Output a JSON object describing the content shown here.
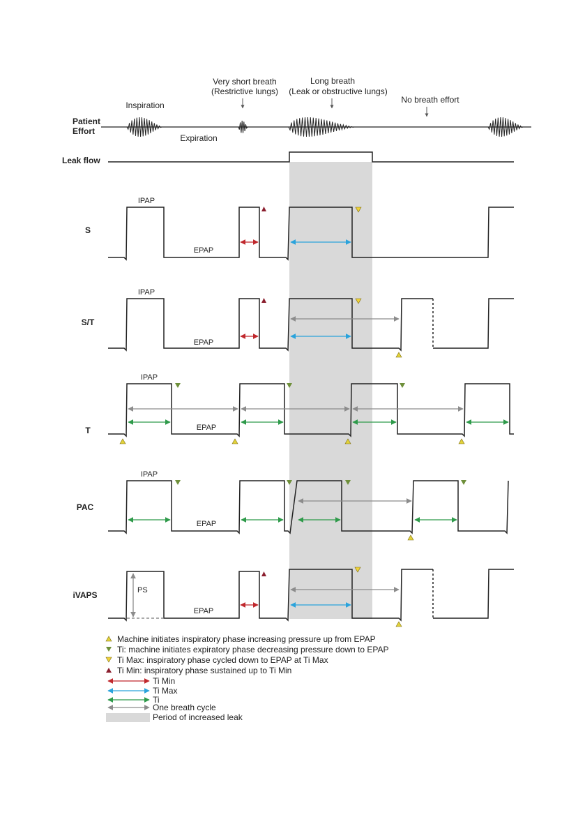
{
  "annotations": {
    "very_short_breath": "Very short breath",
    "restrictive_lungs": "(Restrictive lungs)",
    "long_breath": "Long breath",
    "leak_or_obstructive": "(Leak or obstructive lungs)",
    "no_breath_effort": "No breath effort",
    "inspiration": "Inspiration",
    "expiration": "Expiration"
  },
  "rows": {
    "patient_effort_line1": "Patient",
    "patient_effort_line2": "Effort",
    "leak_flow": "Leak flow"
  },
  "labels": {
    "ipap": "IPAP",
    "epap": "EPAP",
    "ps": "PS"
  },
  "modes": [
    {
      "id": "s",
      "name": "S"
    },
    {
      "id": "st",
      "name": "S/T"
    },
    {
      "id": "t",
      "name": "T"
    },
    {
      "id": "pac",
      "name": "PAC"
    },
    {
      "id": "ivaps",
      "name": "iVAPS"
    }
  ],
  "legend": [
    {
      "id": "machine-initiates",
      "text": "Machine initiates inspiratory phase increasing pressure up from EPAP",
      "kind": "tri-up",
      "color": "#e3d33a"
    },
    {
      "id": "ti-expiratory",
      "text": "Ti: machine initiates expiratory phase decreasing pressure down to EPAP",
      "kind": "tri-down",
      "color": "#6e8f3a"
    },
    {
      "id": "ti-max-cycle",
      "text": "Ti Max: inspiratory phase cycled down to EPAP at Ti Max",
      "kind": "tri-down",
      "color": "#f0d33a"
    },
    {
      "id": "ti-min-sustain",
      "text": "Ti Min: inspiratory phase sustained up to Ti Min",
      "kind": "tri-up",
      "color": "#8b1e2e"
    },
    {
      "id": "ti-min",
      "text": "Ti Min",
      "kind": "arrow",
      "color": "#c0282d"
    },
    {
      "id": "ti-max",
      "text": "Ti Max",
      "kind": "arrow",
      "color": "#2aa3dc"
    },
    {
      "id": "ti",
      "text": "Ti",
      "kind": "arrow",
      "color": "#2e9a4a"
    },
    {
      "id": "one-breath-cycle",
      "text": "One breath cycle",
      "kind": "arrow",
      "color": "#8c8c8c"
    },
    {
      "id": "increased-leak",
      "text": "Period of increased leak",
      "kind": "box",
      "color": "#d9d9d9"
    }
  ],
  "colors": {
    "line": "#222222",
    "ti_min": "#c0282d",
    "ti_max": "#2aa3dc",
    "ti": "#2e9a4a",
    "cycle": "#8c8c8c",
    "leak_region": "#d9d9d9",
    "tri_initiate": "#e3d33a",
    "tri_ti": "#6e8f3a",
    "tri_timax": "#f0d33a",
    "tri_timin": "#8b1e2e"
  }
}
